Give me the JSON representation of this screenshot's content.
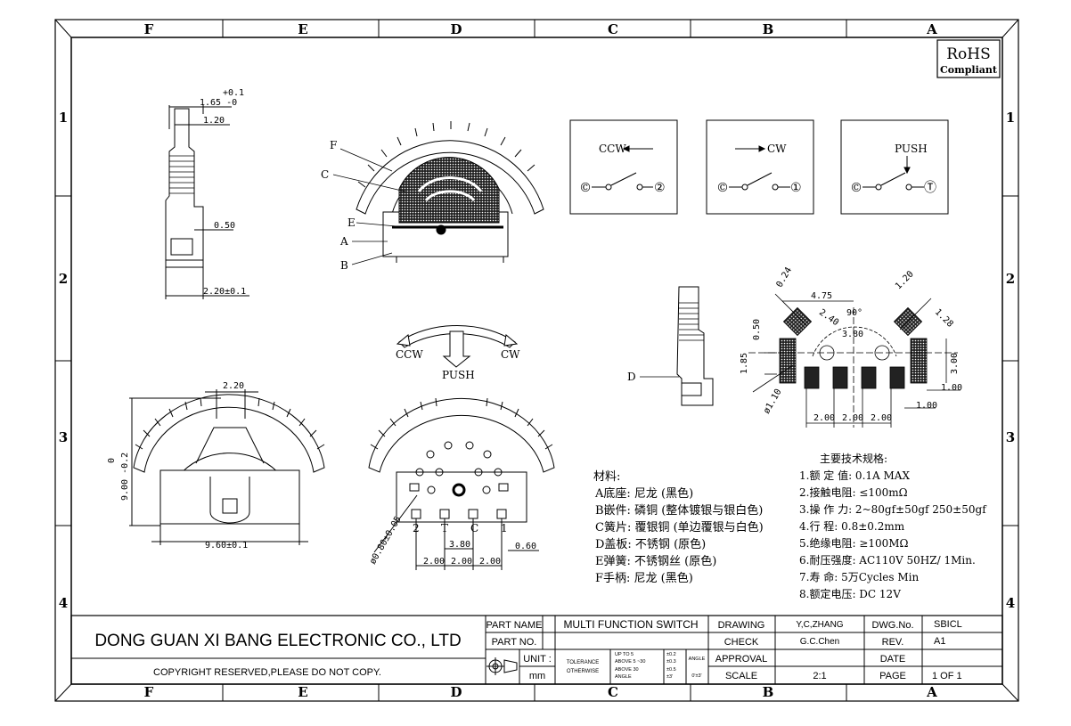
{
  "zone_cols": [
    "F",
    "E",
    "D",
    "C",
    "B",
    "A"
  ],
  "zone_rows": [
    "1",
    "2",
    "3",
    "4"
  ],
  "rohs": {
    "line1": "RoHS",
    "line2": "Compliant"
  },
  "dims": {
    "side_tol_plus": "+0.1",
    "side_w": "1.65 -0",
    "side_120": "1.20",
    "side_050": "0.50",
    "side_220": "2.20±0.1",
    "front_220": "2.20",
    "front_height_tol": "0",
    "front_height": "9.00 -0.2",
    "front_width": "9.60±0.1",
    "bottom_dia": "ø0.80±0.05",
    "bottom_380": "3.80",
    "bottom_200a": "2.00",
    "bottom_200b": "2.00",
    "bottom_200c": "2.00",
    "bottom_060": "0.60",
    "pcb_024": "0.24",
    "pcb_475": "4.75",
    "pcb_120": "1.20",
    "pcb_128": "1.28",
    "pcb_240": "2.40",
    "pcb_90": "90°",
    "pcb_380": "3.80",
    "pcb_050": "0.50",
    "pcb_185": "1.85",
    "pcb_300": "3.00",
    "pcb_100a": "1.00",
    "pcb_100b": "1.00",
    "pcb_dia": "ø1.10",
    "pcb_200a": "2.00",
    "pcb_200b": "2.00",
    "pcb_200c": "2.00"
  },
  "iso_labels": {
    "f": "F",
    "c": "C",
    "e": "E",
    "a": "A",
    "b": "B"
  },
  "detail_label": "D",
  "motion": {
    "ccw": "CCW",
    "cw": "CW",
    "push": "PUSH"
  },
  "pins": {
    "p2": "2",
    "pt": "T",
    "pc": "C",
    "p1": "1"
  },
  "schematics": [
    {
      "label": "CCW",
      "left": "©",
      "right": "②"
    },
    {
      "label": "CW",
      "left": "©",
      "right": "①"
    },
    {
      "label": "PUSH",
      "left": "©",
      "right": "Ⓣ"
    }
  ],
  "materials": {
    "title": "材料:",
    "items": [
      "A底座: 尼龙 (黑色)",
      "B嵌件: 磷铜 (整体镀银与银白色)",
      "C簧片: 覆银铜 (单边覆银与白色)",
      "D盖板: 不锈钢 (原色)",
      "E弹簧: 不锈钢丝 (原色)",
      "F手柄: 尼龙 (黑色)"
    ]
  },
  "specs": {
    "title": "主要技术规格:",
    "items": [
      "1.额 定 值: 0.1A MAX",
      "2.接触电阻: ≤100mΩ",
      "3.操 作 力: 2~80gf±50gf 250±50gf",
      "4.行    程: 0.8±0.2mm",
      "5.绝缘电阻: ≥100MΩ",
      "6.耐压强度: AC110V 50HZ/ 1Min.",
      "7.寿    命: 5万Cycles Min",
      "8.额定电压: DC 12V"
    ]
  },
  "title_block": {
    "company": "DONG GUAN XI BANG ELECTRONIC CO., LTD",
    "copyright": "COPYRIGHT RESERVED,PLEASE DO NOT COPY.",
    "part_name_label": "PART NAME",
    "part_name": "MULTI FUNCTION SWITCH",
    "part_no_label": "PART NO.",
    "unit_label": "UNIT :",
    "unit": "mm",
    "tolerance_label": "TOLERANCE",
    "otherwise_label": "OTHERWISE",
    "tol_r1": "UP TO 5",
    "tol_r2": "ABOVE 5 ~30",
    "tol_r3": "ABOVE 30",
    "tol_r4": "ANGLE",
    "tol_v1": "±0.2",
    "tol_v2": "±0.3",
    "tol_v3": "±0.5",
    "tol_v4": "±3'",
    "angle_label": "ANGLE",
    "angle_value": "0'±3'",
    "drawing_label": "DRAWING",
    "drawing_by": "Y,C,ZHANG",
    "check_label": "CHECK",
    "check_by": "G.C.Chen",
    "approval_label": "APPROVAL",
    "scale_label": "SCALE",
    "scale": "2:1",
    "dwg_no_label": "DWG.No.",
    "dwg_no": "SBICL",
    "rev_label": "REV.",
    "rev": "A1",
    "date_label": "DATE",
    "page_label": "PAGE",
    "page": "1 OF 1"
  }
}
